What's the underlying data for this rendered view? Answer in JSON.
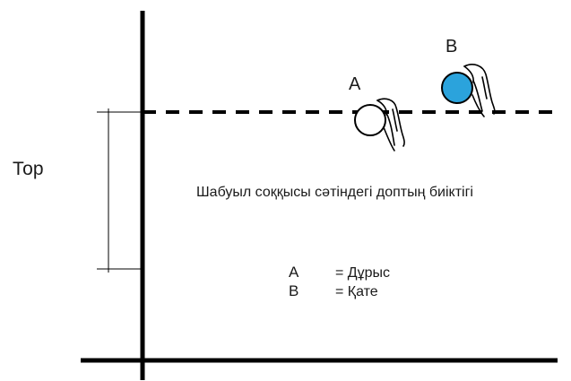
{
  "net_label": "Тор",
  "ball_a": {
    "letter": "A",
    "fill_color": "#ffffff",
    "meaning": "correct"
  },
  "ball_b": {
    "letter": "B",
    "fill_color": "#2ba3dc",
    "meaning": "incorrect"
  },
  "caption": "Шабуыл соққысы сәтіндегі доптың биіктігі",
  "legend": [
    {
      "key": "A",
      "value": "= Дұрыс"
    },
    {
      "key": "B",
      "value": "= Қате"
    }
  ],
  "colors": {
    "line": "#000000",
    "ball_b": "#2ba3dc",
    "text": "#1a1a1a"
  },
  "icons": [
    "hand-icon",
    "ball-icon"
  ]
}
